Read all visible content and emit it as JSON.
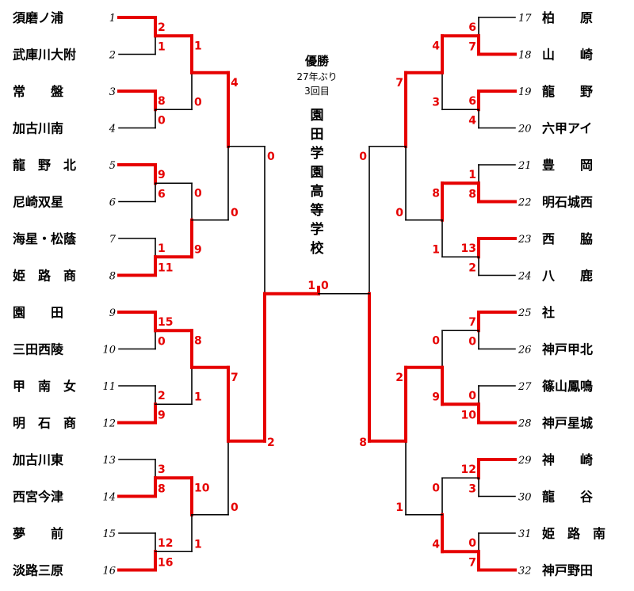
{
  "title": "優勝",
  "champion": {
    "years_line": "27年ぶり",
    "count_line": "3回目",
    "name": "園田学園高等学校"
  },
  "left_teams": [
    {
      "seed": "1",
      "name": "須磨ノ浦"
    },
    {
      "seed": "2",
      "name": "武庫川大附"
    },
    {
      "seed": "3",
      "name": "常　　盤"
    },
    {
      "seed": "4",
      "name": "加古川南"
    },
    {
      "seed": "5",
      "name": "龍　野　北"
    },
    {
      "seed": "6",
      "name": "尼崎双星"
    },
    {
      "seed": "7",
      "name": "海星・松蔭"
    },
    {
      "seed": "8",
      "name": "姫　路　商"
    },
    {
      "seed": "9",
      "name": "園　　田"
    },
    {
      "seed": "10",
      "name": "三田西陵"
    },
    {
      "seed": "11",
      "name": "甲　南　女"
    },
    {
      "seed": "12",
      "name": "明　石　商"
    },
    {
      "seed": "13",
      "name": "加古川東"
    },
    {
      "seed": "14",
      "name": "西宮今津"
    },
    {
      "seed": "15",
      "name": "夢　　前"
    },
    {
      "seed": "16",
      "name": "淡路三原"
    }
  ],
  "right_teams": [
    {
      "seed": "17",
      "name": "柏　　原"
    },
    {
      "seed": "18",
      "name": "山　　崎"
    },
    {
      "seed": "19",
      "name": "龍　　野"
    },
    {
      "seed": "20",
      "name": "六甲アイ"
    },
    {
      "seed": "21",
      "name": "豊　　岡"
    },
    {
      "seed": "22",
      "name": "明石城西"
    },
    {
      "seed": "23",
      "name": "西　　脇"
    },
    {
      "seed": "24",
      "name": "八　　鹿"
    },
    {
      "seed": "25",
      "name": "社"
    },
    {
      "seed": "26",
      "name": "神戸甲北"
    },
    {
      "seed": "27",
      "name": "篠山鳳鳴"
    },
    {
      "seed": "28",
      "name": "神戸星城"
    },
    {
      "seed": "29",
      "name": "神　　崎"
    },
    {
      "seed": "30",
      "name": "龍　　谷"
    },
    {
      "seed": "31",
      "name": "姫　路　南"
    },
    {
      "seed": "32",
      "name": "神戸野田"
    }
  ],
  "left_rounds": [
    [
      [
        "2",
        "1"
      ],
      [
        "8",
        "0"
      ],
      [
        "9",
        "6"
      ],
      [
        "1",
        "11"
      ],
      [
        "15",
        "0"
      ],
      [
        "2",
        "9"
      ],
      [
        "3",
        "8"
      ],
      [
        "12",
        "16"
      ]
    ],
    [
      [
        "1",
        "0"
      ],
      [
        "0",
        "9"
      ],
      [
        "8",
        "1"
      ],
      [
        "10",
        "1"
      ]
    ],
    [
      [
        "4",
        "0"
      ],
      [
        "7",
        "0"
      ]
    ],
    [
      [
        "0",
        "2"
      ]
    ]
  ],
  "right_rounds": [
    [
      [
        "6",
        "7"
      ],
      [
        "6",
        "4"
      ],
      [
        "1",
        "8"
      ],
      [
        "13",
        "2"
      ],
      [
        "7",
        "0"
      ],
      [
        "0",
        "10"
      ],
      [
        "12",
        "3"
      ],
      [
        "0",
        "7"
      ]
    ],
    [
      [
        "4",
        "3"
      ],
      [
        "8",
        "1"
      ],
      [
        "0",
        "9"
      ],
      [
        "0",
        "4"
      ]
    ],
    [
      [
        "7",
        "0"
      ],
      [
        "2",
        "1"
      ]
    ],
    [
      [
        "0",
        "8"
      ]
    ]
  ],
  "final": {
    "left_score": "1",
    "right_score": "0"
  },
  "colors": {
    "winner_line": "#e60000",
    "loser_line": "#000000",
    "score": "#e60000"
  }
}
